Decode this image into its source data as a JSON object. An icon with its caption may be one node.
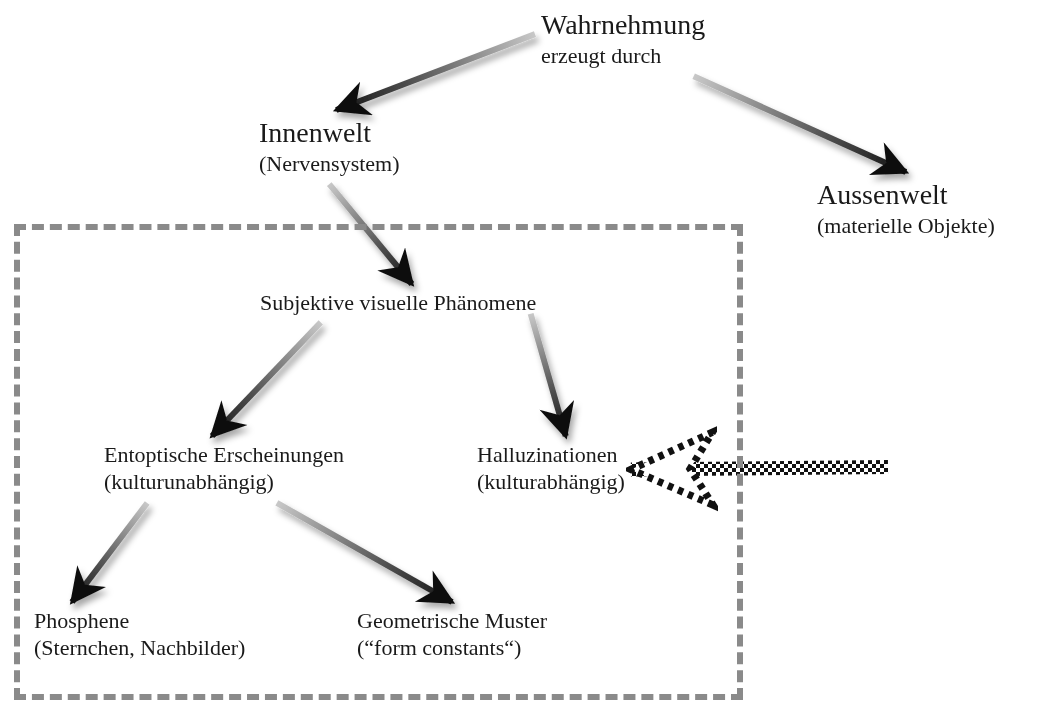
{
  "diagram": {
    "nodes": [
      {
        "text": [
          "Wahrnehmung",
          "erzeugt durch"
        ]
      },
      {
        "text": [
          "Innenwelt",
          "(Nervensystem)"
        ]
      },
      {
        "text": [
          "Aussenwelt",
          "(materielle Objekte)"
        ]
      },
      {
        "text": [],
        "shape": "box"
      },
      {
        "text": [
          "Subjektive visuelle Phänomene"
        ],
        "in": 3
      },
      {
        "text": [
          "Entoptische Erscheinungen",
          "(kulturunabhängig)"
        ],
        "in": 3
      },
      {
        "text": [
          "Halluzinationen",
          "(kulturabhängig)"
        ],
        "in": 3
      },
      {
        "text": [
          "Phosphene",
          "(Sternchen, Nachbilder)"
        ],
        "in": 3
      },
      {
        "text": [
          "Geometrische Muster",
          "(“form constants“)"
        ],
        "in": 3
      }
    ],
    "edges": [
      {
        "from": 0,
        "to": 1,
        "arrow": "to"
      },
      {
        "from": 0,
        "to": 2,
        "arrow": "to"
      },
      {
        "from": 1,
        "to": 4,
        "arrow": "to"
      },
      {
        "from": 4,
        "to": 5,
        "arrow": "to"
      },
      {
        "from": 4,
        "to": 6,
        "arrow": "to"
      },
      {
        "from": 5,
        "to": 7,
        "arrow": "to"
      },
      {
        "from": 5,
        "to": 8,
        "arrow": "to"
      },
      {
        "from": null,
        "to": 6,
        "arrow": "to",
        "style": "thick"
      }
    ]
  }
}
